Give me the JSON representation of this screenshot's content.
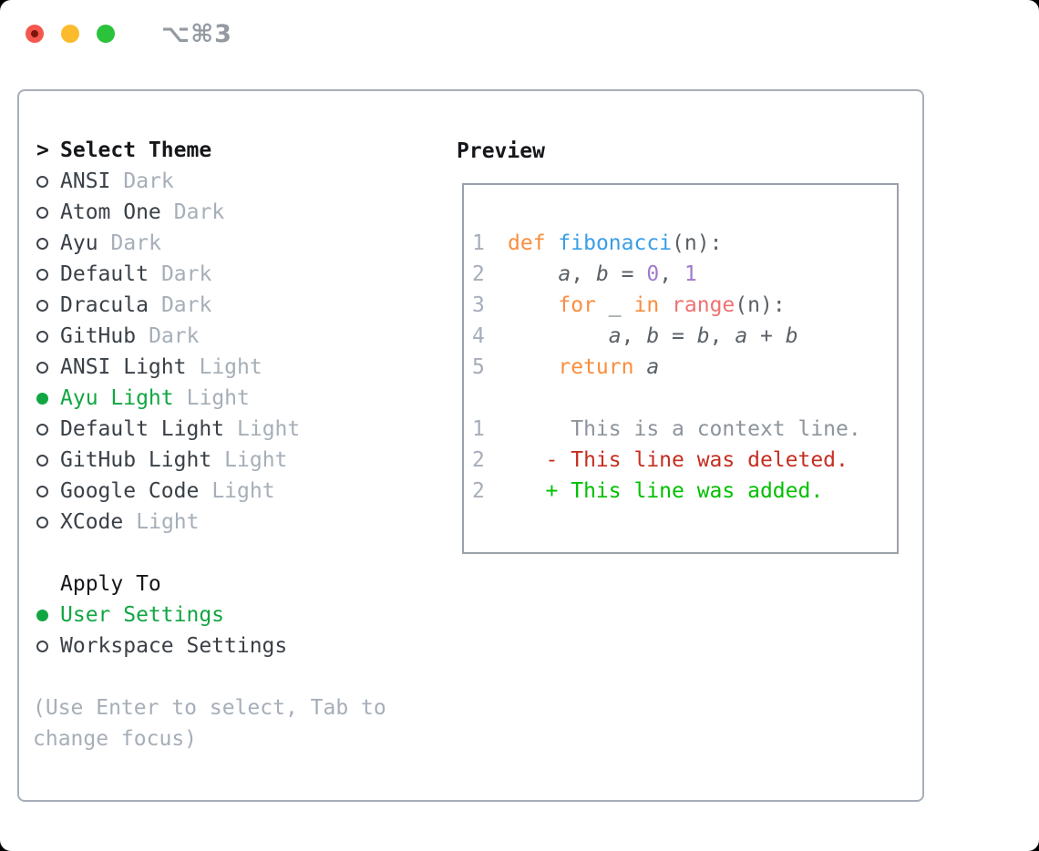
{
  "titlebar": {
    "shortcut": "⌥⌘3"
  },
  "select_theme": {
    "marker": ">",
    "header": "Select Theme",
    "items": [
      {
        "name": "ANSI",
        "tag": "Dark",
        "selected": false
      },
      {
        "name": "Atom One",
        "tag": "Dark",
        "selected": false
      },
      {
        "name": "Ayu",
        "tag": "Dark",
        "selected": false
      },
      {
        "name": "Default",
        "tag": "Dark",
        "selected": false
      },
      {
        "name": "Dracula",
        "tag": "Dark",
        "selected": false
      },
      {
        "name": "GitHub",
        "tag": "Dark",
        "selected": false
      },
      {
        "name": "ANSI Light",
        "tag": "Light",
        "selected": false
      },
      {
        "name": "Ayu Light",
        "tag": "Light",
        "selected": true
      },
      {
        "name": "Default Light",
        "tag": "Light",
        "selected": false
      },
      {
        "name": "GitHub Light",
        "tag": "Light",
        "selected": false
      },
      {
        "name": "Google Code",
        "tag": "Light",
        "selected": false
      },
      {
        "name": "XCode",
        "tag": "Light",
        "selected": false
      }
    ]
  },
  "apply_to": {
    "header": "Apply To",
    "options": [
      {
        "name": "User Settings",
        "selected": true
      },
      {
        "name": "Workspace Settings",
        "selected": false
      }
    ]
  },
  "help_text": "(Use Enter to select, Tab to change focus)",
  "preview": {
    "header": "Preview",
    "code_lines": [
      {
        "no": "1",
        "tokens": [
          {
            "t": "def",
            "c": "kw"
          },
          {
            "t": " ",
            "c": "pl"
          },
          {
            "t": "fibonacci",
            "c": "fn"
          },
          {
            "t": "(n):",
            "c": "pl"
          }
        ]
      },
      {
        "no": "2",
        "tokens": [
          {
            "t": "    ",
            "c": "pl"
          },
          {
            "t": "a",
            "c": "var"
          },
          {
            "t": ", ",
            "c": "pl"
          },
          {
            "t": "b",
            "c": "var"
          },
          {
            "t": " = ",
            "c": "pl"
          },
          {
            "t": "0",
            "c": "num"
          },
          {
            "t": ", ",
            "c": "pl"
          },
          {
            "t": "1",
            "c": "num"
          }
        ]
      },
      {
        "no": "3",
        "tokens": [
          {
            "t": "    ",
            "c": "pl"
          },
          {
            "t": "for",
            "c": "kw"
          },
          {
            "t": " _ ",
            "c": "pl"
          },
          {
            "t": "in",
            "c": "kw"
          },
          {
            "t": " ",
            "c": "pl"
          },
          {
            "t": "range",
            "c": "sp"
          },
          {
            "t": "(n):",
            "c": "pl"
          }
        ]
      },
      {
        "no": "4",
        "tokens": [
          {
            "t": "        ",
            "c": "pl"
          },
          {
            "t": "a",
            "c": "var"
          },
          {
            "t": ", ",
            "c": "pl"
          },
          {
            "t": "b",
            "c": "var"
          },
          {
            "t": " = ",
            "c": "pl"
          },
          {
            "t": "b",
            "c": "var"
          },
          {
            "t": ", ",
            "c": "pl"
          },
          {
            "t": "a",
            "c": "var"
          },
          {
            "t": " + ",
            "c": "pl"
          },
          {
            "t": "b",
            "c": "var"
          }
        ]
      },
      {
        "no": "5",
        "tokens": [
          {
            "t": "    ",
            "c": "pl"
          },
          {
            "t": "return",
            "c": "kw"
          },
          {
            "t": " ",
            "c": "pl"
          },
          {
            "t": "a",
            "c": "var"
          }
        ]
      }
    ],
    "diff_lines": [
      {
        "no": "1",
        "text": "     This is a context line.",
        "kind": "context"
      },
      {
        "no": "2",
        "text": "   - This line was deleted.",
        "kind": "deleted"
      },
      {
        "no": "2",
        "text": "   + This line was added.",
        "kind": "added"
      }
    ]
  },
  "colors": {
    "selection_green": "#11a642",
    "diff_added": "#00bf00",
    "diff_deleted": "#c52e20",
    "diff_context": "#8d949c",
    "keyword_orange": "#fa8d3e",
    "function_blue": "#399ee6",
    "number_purple": "#a37acc",
    "builtin_coral": "#f07171",
    "code_plain": "#5a6067",
    "muted_gray": "#a6aeb8",
    "panel_border": "#a7aeb8",
    "traffic_red": "#f4574d",
    "traffic_yellow": "#fbbb2c",
    "traffic_green": "#2bc23c"
  }
}
